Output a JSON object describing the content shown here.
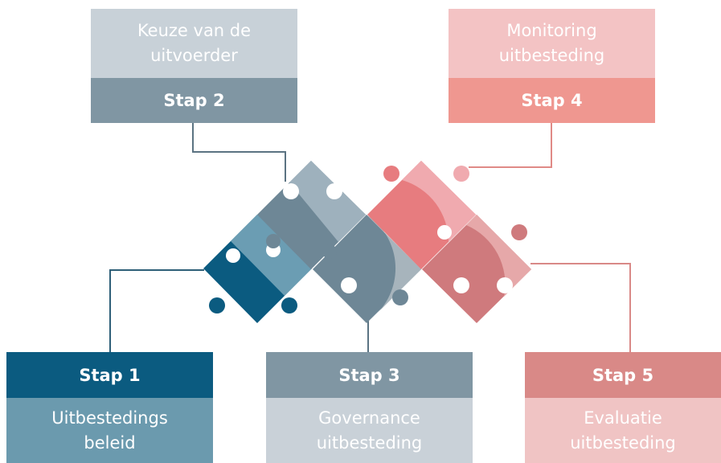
{
  "steps": [
    {
      "id": "1",
      "label": "Stap 1",
      "description_lines": [
        "Uitbestedings",
        "beleid"
      ]
    },
    {
      "id": "2",
      "label": "Stap 2",
      "description_lines": [
        "Keuze van de",
        "uitvoerder"
      ]
    },
    {
      "id": "3",
      "label": "Stap 3",
      "description_lines": [
        "Governance",
        "uitbesteding"
      ]
    },
    {
      "id": "4",
      "label": "Stap 4",
      "description_lines": [
        "Monitoring",
        "uitbesteding"
      ]
    },
    {
      "id": "5",
      "label": "Stap 5",
      "description_lines": [
        "Evaluatie",
        "uitbesteding"
      ]
    }
  ],
  "colors": {
    "step1_dark": "#0b5b80",
    "step1_light": "#6b9aae",
    "step2_3_dark": "#8096a3",
    "step2_3_light": "#c8d1d8",
    "step4_dark": "#ef9790",
    "step4_light": "#f3c3c4",
    "step5_dark": "#d98987",
    "step5_light": "#f0c4c4",
    "connector": "#5b7382"
  }
}
